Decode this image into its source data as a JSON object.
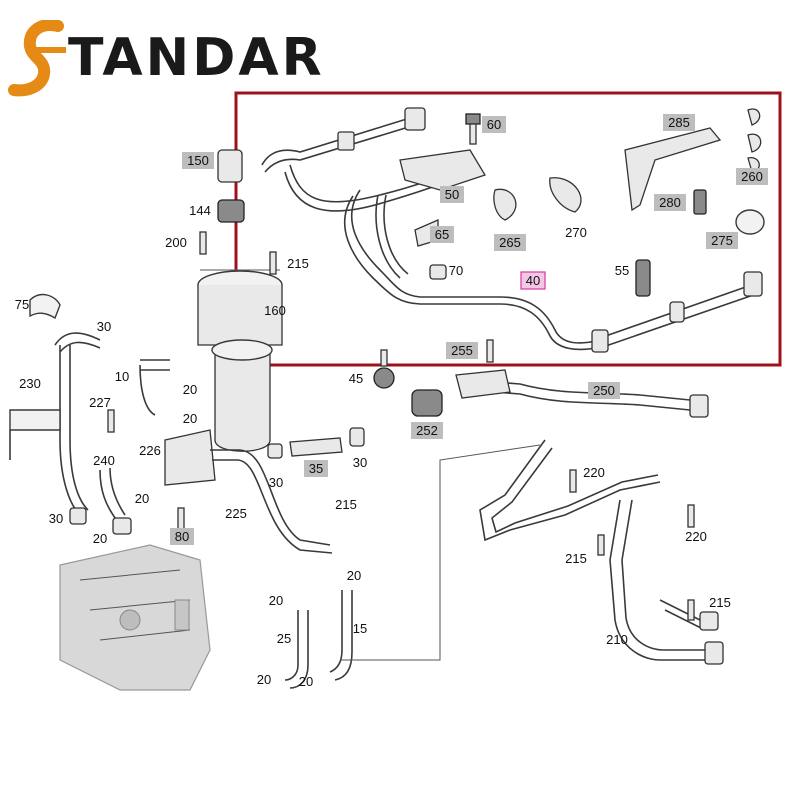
{
  "brand": {
    "logo_text": "TANDAR",
    "accent_color": "#e58a14",
    "text_color": "#1a1a1a"
  },
  "highlight": {
    "frame_color": "#a0101a",
    "highlighted_part": "40",
    "highlight_color": "#d63aa0"
  },
  "callouts": [
    {
      "id": "c150",
      "text": "150",
      "boxed": true
    },
    {
      "id": "c144",
      "text": "144",
      "boxed": false
    },
    {
      "id": "c200",
      "text": "200",
      "boxed": false
    },
    {
      "id": "c215a",
      "text": "215",
      "boxed": false
    },
    {
      "id": "c160",
      "text": "160",
      "boxed": false
    },
    {
      "id": "c75",
      "text": "75",
      "boxed": false
    },
    {
      "id": "c30a",
      "text": "30",
      "boxed": false
    },
    {
      "id": "c230",
      "text": "230",
      "boxed": false
    },
    {
      "id": "c10",
      "text": "10",
      "boxed": false
    },
    {
      "id": "c20a",
      "text": "20",
      "boxed": false
    },
    {
      "id": "c20b",
      "text": "20",
      "boxed": false
    },
    {
      "id": "c227",
      "text": "227",
      "boxed": false
    },
    {
      "id": "c226",
      "text": "226",
      "boxed": false
    },
    {
      "id": "c240",
      "text": "240",
      "boxed": false
    },
    {
      "id": "c20c",
      "text": "20",
      "boxed": false
    },
    {
      "id": "c30b",
      "text": "30",
      "boxed": false
    },
    {
      "id": "c20d",
      "text": "20",
      "boxed": false
    },
    {
      "id": "c80",
      "text": "80",
      "boxed": true
    },
    {
      "id": "c225",
      "text": "225",
      "boxed": false
    },
    {
      "id": "c30c",
      "text": "30",
      "boxed": false
    },
    {
      "id": "c35",
      "text": "35",
      "boxed": true
    },
    {
      "id": "c30d",
      "text": "30",
      "boxed": false
    },
    {
      "id": "c215b",
      "text": "215",
      "boxed": false
    },
    {
      "id": "c20e",
      "text": "20",
      "boxed": false
    },
    {
      "id": "c20f",
      "text": "20",
      "boxed": false
    },
    {
      "id": "c25",
      "text": "25",
      "boxed": false
    },
    {
      "id": "c15",
      "text": "15",
      "boxed": false
    },
    {
      "id": "c20g",
      "text": "20",
      "boxed": false
    },
    {
      "id": "c20h",
      "text": "20",
      "boxed": false
    },
    {
      "id": "c45",
      "text": "45",
      "boxed": false
    },
    {
      "id": "c252",
      "text": "252",
      "boxed": true
    },
    {
      "id": "c250",
      "text": "250",
      "boxed": true
    },
    {
      "id": "c255",
      "text": "255",
      "boxed": true
    },
    {
      "id": "c220a",
      "text": "220",
      "boxed": false
    },
    {
      "id": "c220b",
      "text": "220",
      "boxed": false
    },
    {
      "id": "c215c",
      "text": "215",
      "boxed": false
    },
    {
      "id": "c215d",
      "text": "215",
      "boxed": false
    },
    {
      "id": "c210",
      "text": "210",
      "boxed": false
    },
    {
      "id": "c60",
      "text": "60",
      "boxed": true
    },
    {
      "id": "c285",
      "text": "285",
      "boxed": true
    },
    {
      "id": "c260",
      "text": "260",
      "boxed": true
    },
    {
      "id": "c50",
      "text": "50",
      "boxed": true
    },
    {
      "id": "c270",
      "text": "270",
      "boxed": false
    },
    {
      "id": "c280",
      "text": "280",
      "boxed": true
    },
    {
      "id": "c65",
      "text": "65",
      "boxed": true
    },
    {
      "id": "c265",
      "text": "265",
      "boxed": true
    },
    {
      "id": "c275",
      "text": "275",
      "boxed": true
    },
    {
      "id": "c70",
      "text": "70",
      "boxed": false
    },
    {
      "id": "c40",
      "text": "40",
      "boxed": true
    },
    {
      "id": "c55",
      "text": "55",
      "boxed": false
    }
  ]
}
